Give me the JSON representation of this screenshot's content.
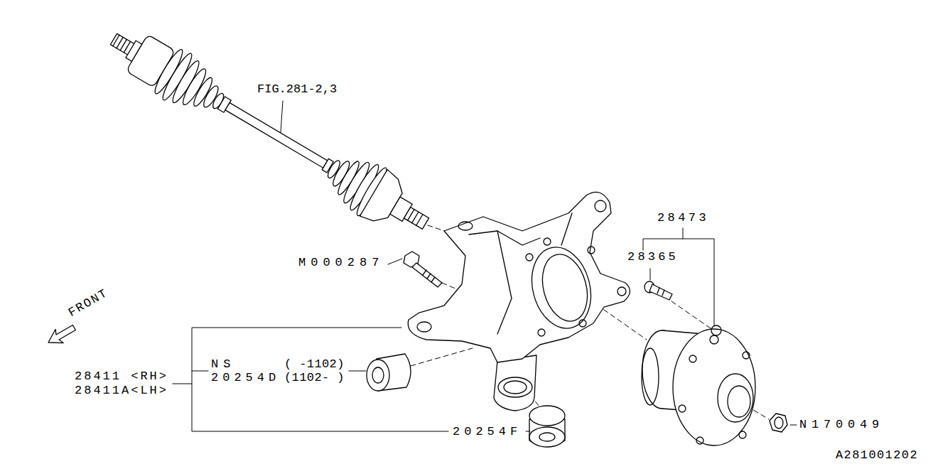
{
  "diagram": {
    "labels": [
      "FIG.281-2,3",
      "28473",
      "28365",
      "M000287",
      "FRONT",
      "28411 <RH>",
      "28411A<LH>",
      "NS",
      "( -1102)",
      "20254D",
      "(1102- )",
      "20254F",
      "N170049",
      "A281001202"
    ]
  }
}
